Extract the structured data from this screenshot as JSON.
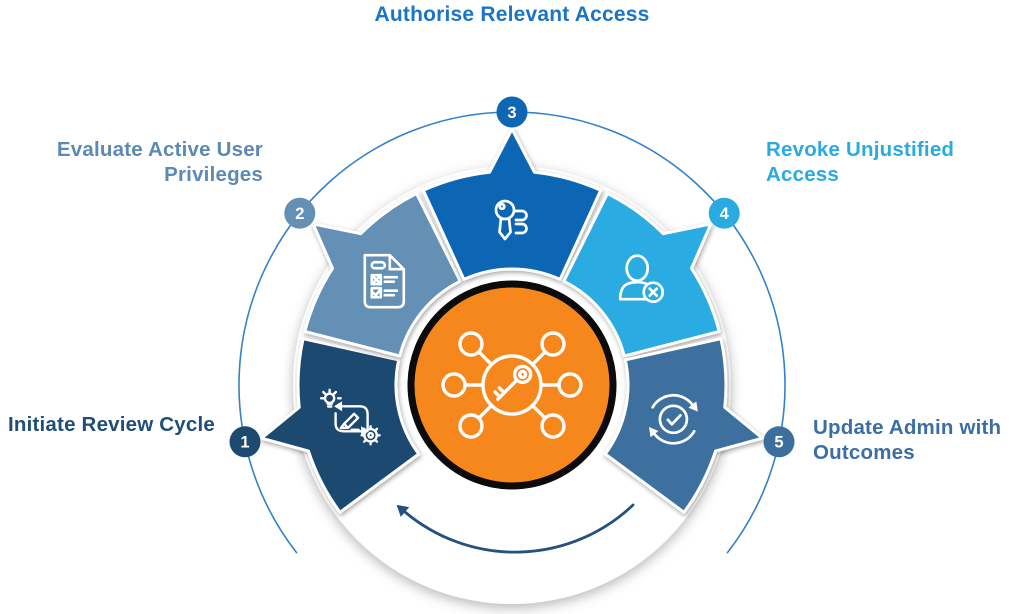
{
  "title": {
    "text": "Authorise Relevant Access",
    "color": "#1b74c5"
  },
  "steps": [
    {
      "num": "1",
      "label": "Initiate Review Cycle",
      "wedge_color": "#1f4a70",
      "label_color": "#1f4e79",
      "icon": "review-cycle-icon"
    },
    {
      "num": "2",
      "label": "Evaluate Active User Privileges",
      "wedge_color": "#6590b5",
      "label_color": "#5b8ab5",
      "icon": "checklist-document-icon"
    },
    {
      "num": "3",
      "label": "Authorise Relevant Access",
      "wedge_color": "#0f66b4",
      "label_color": "#1b74c5",
      "icon": "key-icon"
    },
    {
      "num": "4",
      "label": "Revoke Unjustified Access",
      "wedge_color": "#29abe2",
      "label_color": "#29abe2",
      "icon": "user-remove-icon"
    },
    {
      "num": "5",
      "label": "Update Admin with Outcomes",
      "wedge_color": "#3d6f9e",
      "label_color": "#3a6ea5",
      "icon": "refresh-check-icon"
    }
  ],
  "center": {
    "icon": "key-network-icon",
    "fill_color": "#f6871d",
    "ring_color": "#0b0b0b"
  },
  "ring_background_color": "#ffffff",
  "outer_arc_color": "#1b74c5",
  "cycle_arrow_color": "#24527c"
}
